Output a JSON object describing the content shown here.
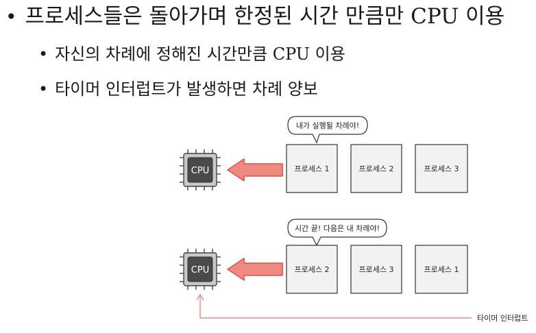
{
  "bullets": {
    "main": "프로세스들은 돌아가며 한정된 시간 만큼만 CPU 이용",
    "sub1": "자신의 차례에 정해진 시간만큼 CPU 이용",
    "sub2": "타이머 인터럽트가 발생하면 차례 양보",
    "dot": "•"
  },
  "diagram": {
    "cpu_label": "CPU",
    "row1": {
      "bubble": "내가 실행될 차례야!",
      "processes": [
        "프로세스 1",
        "프로세스 2",
        "프로세스 3"
      ]
    },
    "row2": {
      "bubble": "시간 끝! 다음은 내 차례야!",
      "processes": [
        "프로세스 2",
        "프로세스 3",
        "프로세스 1"
      ]
    },
    "timer_interrupt_label": "타이머 인터럽트"
  },
  "colors": {
    "arrow_fill": "#ef8a80",
    "arrow_stroke": "#d9534f",
    "cpu_chip": "#c9c9c9",
    "cpu_core": "#4a4a4a",
    "process_box_fill": "#f2f2f2",
    "interrupt_line": "#e07a72"
  }
}
